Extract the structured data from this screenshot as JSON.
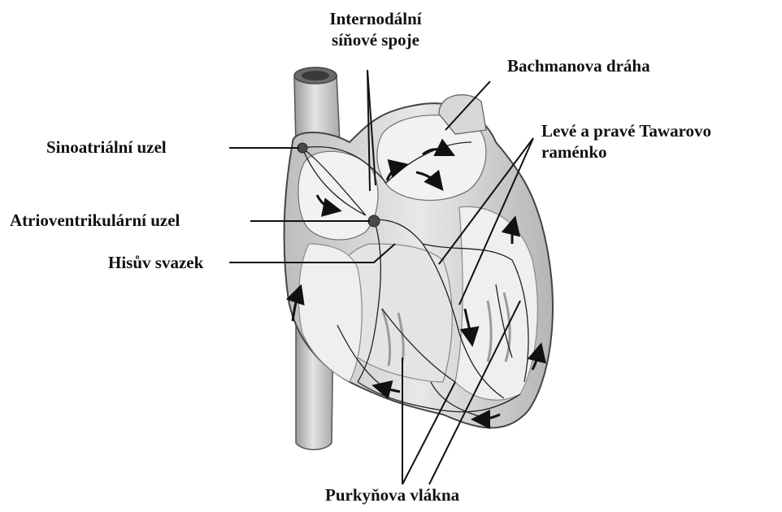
{
  "labels": {
    "internodal_line1": "Internodální",
    "internodal_line2": "síňové spoje",
    "bachmann": "Bachmanova dráha",
    "bundle_branches_line1": "Levé a pravé Tawarovo",
    "bundle_branches_line2": "raménko",
    "sa_node": "Sinoatriální uzel",
    "av_node": "Atrioventrikulární uzel",
    "his_bundle": "Hisův svazek",
    "purkinje": "Purkyňova vlákna"
  },
  "colors": {
    "ink": "#111111",
    "tissue_light": "#e6e6e6",
    "tissue_mid": "#cfcfcf",
    "tissue_dark": "#8a8a8a",
    "node": "#5a5a5a"
  }
}
